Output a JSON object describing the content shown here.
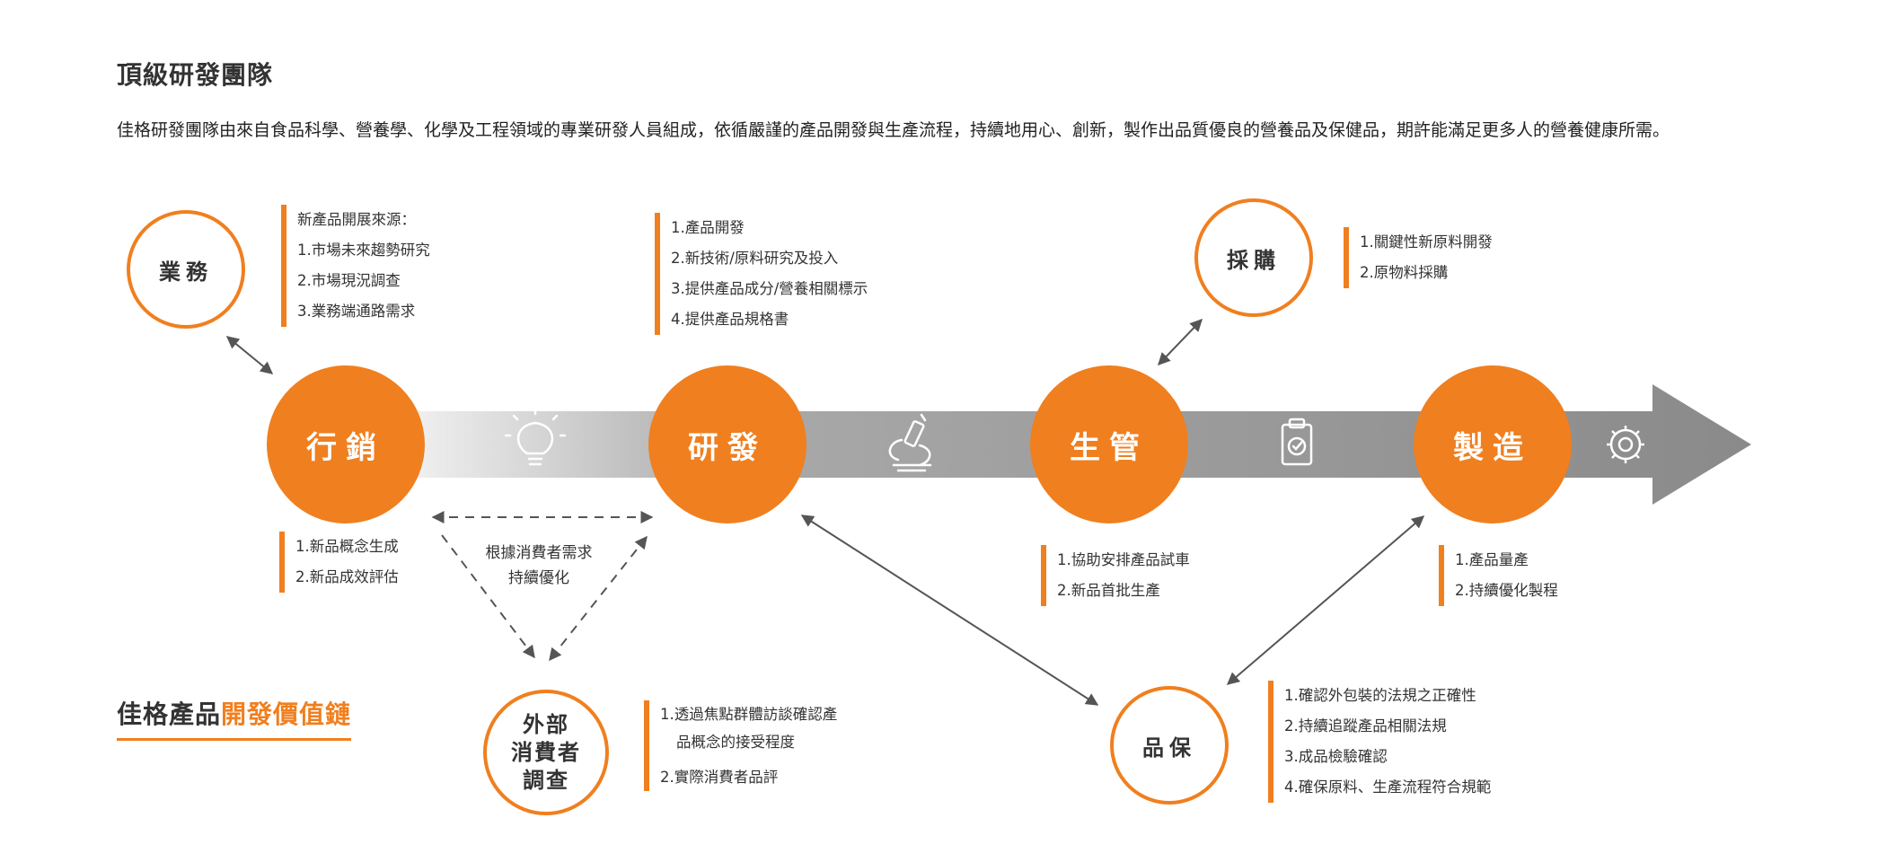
{
  "header": {
    "title": "頂級研發團隊",
    "intro": "佳格研發團隊由來自食品科學、營養學、化學及工程領域的專業研發人員組成，依循嚴謹的產品開發與生產流程，持續地用心、創新，製作出品質優良的營養品及保健品，期許能滿足更多人的營養健康所需。"
  },
  "colors": {
    "accent": "#f07f1f",
    "arrow_gray": "#8c8c8c",
    "text": "#333333"
  },
  "chain": {
    "stages": [
      "行銷",
      "研發",
      "生管",
      "製造"
    ],
    "icons": [
      "lightbulb-icon",
      "microscope-icon",
      "clipboard-icon",
      "gear-icon"
    ]
  },
  "satellites": {
    "business": "業務",
    "purchasing": "採購",
    "consumer_line1": "外部",
    "consumer_line2": "消費者",
    "consumer_line3": "調查",
    "quality": "品保"
  },
  "notes": {
    "business": [
      "新產品開展來源：",
      "1.市場未來趨勢研究",
      "2.市場現況調查",
      "3.業務端通路需求"
    ],
    "rnd": [
      "1.產品開發",
      "2.新技術/原料研究及投入",
      "3.提供產品成分/營養相關標示",
      "4.提供產品規格書"
    ],
    "purchasing": [
      "1.關鍵性新原料開發",
      "2.原物料採購"
    ],
    "marketing": [
      "1.新品概念生成",
      "2.新品成效評估"
    ],
    "production": [
      "1.協助安排產品試車",
      "2.新品首批生產"
    ],
    "manufacturing": [
      "1.產品量產",
      "2.持續優化製程"
    ],
    "consumer": [
      "1.透過焦點群體訪談確認產",
      "品概念的接受程度",
      "2.實際消費者品評"
    ],
    "quality": [
      "1.確認外包裝的法規之正確性",
      "2.持續追蹤產品相關法規",
      "3.成品檢驗確認",
      "4.確保原料、生產流程符合規範"
    ]
  },
  "center_note": {
    "line1": "根據消費者需求",
    "line2": "持續優化"
  },
  "footer": {
    "label_part1": "佳格產品",
    "label_part2": "開發價值鏈"
  }
}
